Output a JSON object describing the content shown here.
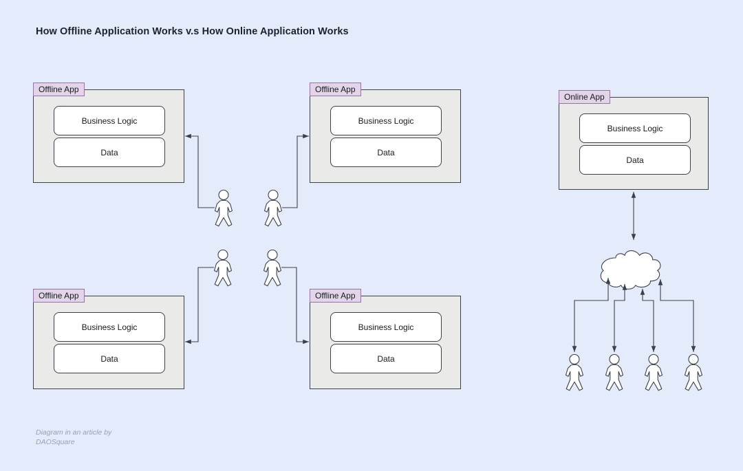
{
  "title": "How Offline Application Works v.s How Online Application Works",
  "boxes": [
    {
      "label": "Offline App",
      "items": [
        "Business Logic",
        "Data"
      ]
    },
    {
      "label": "Offline App",
      "items": [
        "Business Logic",
        "Data"
      ]
    },
    {
      "label": "Offline App",
      "items": [
        "Business Logic",
        "Data"
      ]
    },
    {
      "label": "Offline App",
      "items": [
        "Business Logic",
        "Data"
      ]
    },
    {
      "label": "Online App",
      "items": [
        "Business Logic",
        "Data"
      ]
    }
  ],
  "footer": {
    "line1": "Diagram in an article by",
    "line2": "DAOSquare"
  },
  "icons": {
    "person": "person-icon",
    "cloud": "cloud-icon"
  },
  "colors": {
    "background": "#E4ECFB",
    "app_box_fill": "#EAEAE8",
    "app_box_stroke": "#3C4049",
    "label_fill": "#E1D5E7",
    "label_stroke": "#9673A6",
    "inner_box_fill": "#FFFFFF",
    "connector": "#3C4049",
    "title_text": "#1C2130",
    "footer_text": "#98A0B2"
  }
}
